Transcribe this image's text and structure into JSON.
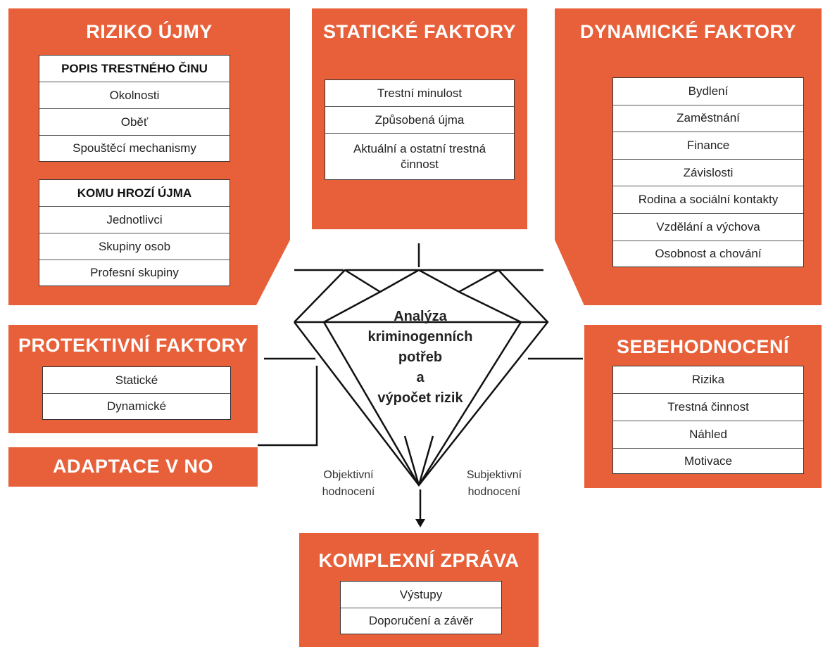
{
  "harm_risk": {
    "title": "RIZIKO ÚJMY",
    "crime": {
      "header": "POPIS TRESTNÉHO ČINU",
      "items": [
        "Okolnosti",
        "Oběť",
        "Spouštěcí mechanismy"
      ]
    },
    "target": {
      "header": "KOMU HROZÍ ÚJMA",
      "items": [
        "Jednotlivci",
        "Skupiny osob",
        "Profesní skupiny"
      ]
    }
  },
  "static_factors": {
    "title": "STATICKÉ FAKTORY",
    "items": [
      "Trestní minulost",
      "Způsobená újma",
      "Aktuální a ostatní trestná činnost"
    ]
  },
  "dynamic_factors": {
    "title": "DYNAMICKÉ FAKTORY",
    "items": [
      "Bydlení",
      "Zaměstnání",
      "Finance",
      "Závislosti",
      "Rodina a sociální kontakty",
      "Vzdělání a výchova",
      "Osobnost a chování"
    ]
  },
  "protective_factors": {
    "title": "PROTEKTIVNÍ FAKTORY",
    "items": [
      "Statické",
      "Dynamické"
    ]
  },
  "adaptation": {
    "title": "ADAPTACE V NO"
  },
  "self_assessment": {
    "title": "SEBEHODNOCENÍ",
    "items": [
      "Rizika",
      "Trestná činnost",
      "Náhled",
      "Motivace"
    ]
  },
  "center": {
    "lines": [
      "Analýza",
      "kriminogenních",
      "potřeb",
      "a",
      "výpočet rizik"
    ]
  },
  "objective_label": [
    "Objektivní",
    "hodnocení"
  ],
  "subjective_label": [
    "Subjektivní",
    "hodnocení"
  ],
  "report": {
    "title": "KOMPLEXNÍ ZPRÁVA",
    "items": [
      "Výstupy",
      "Doporučení a závěr"
    ]
  },
  "colors": {
    "panel": "#e8603a",
    "box_border": "#333333",
    "text": "#222222"
  }
}
